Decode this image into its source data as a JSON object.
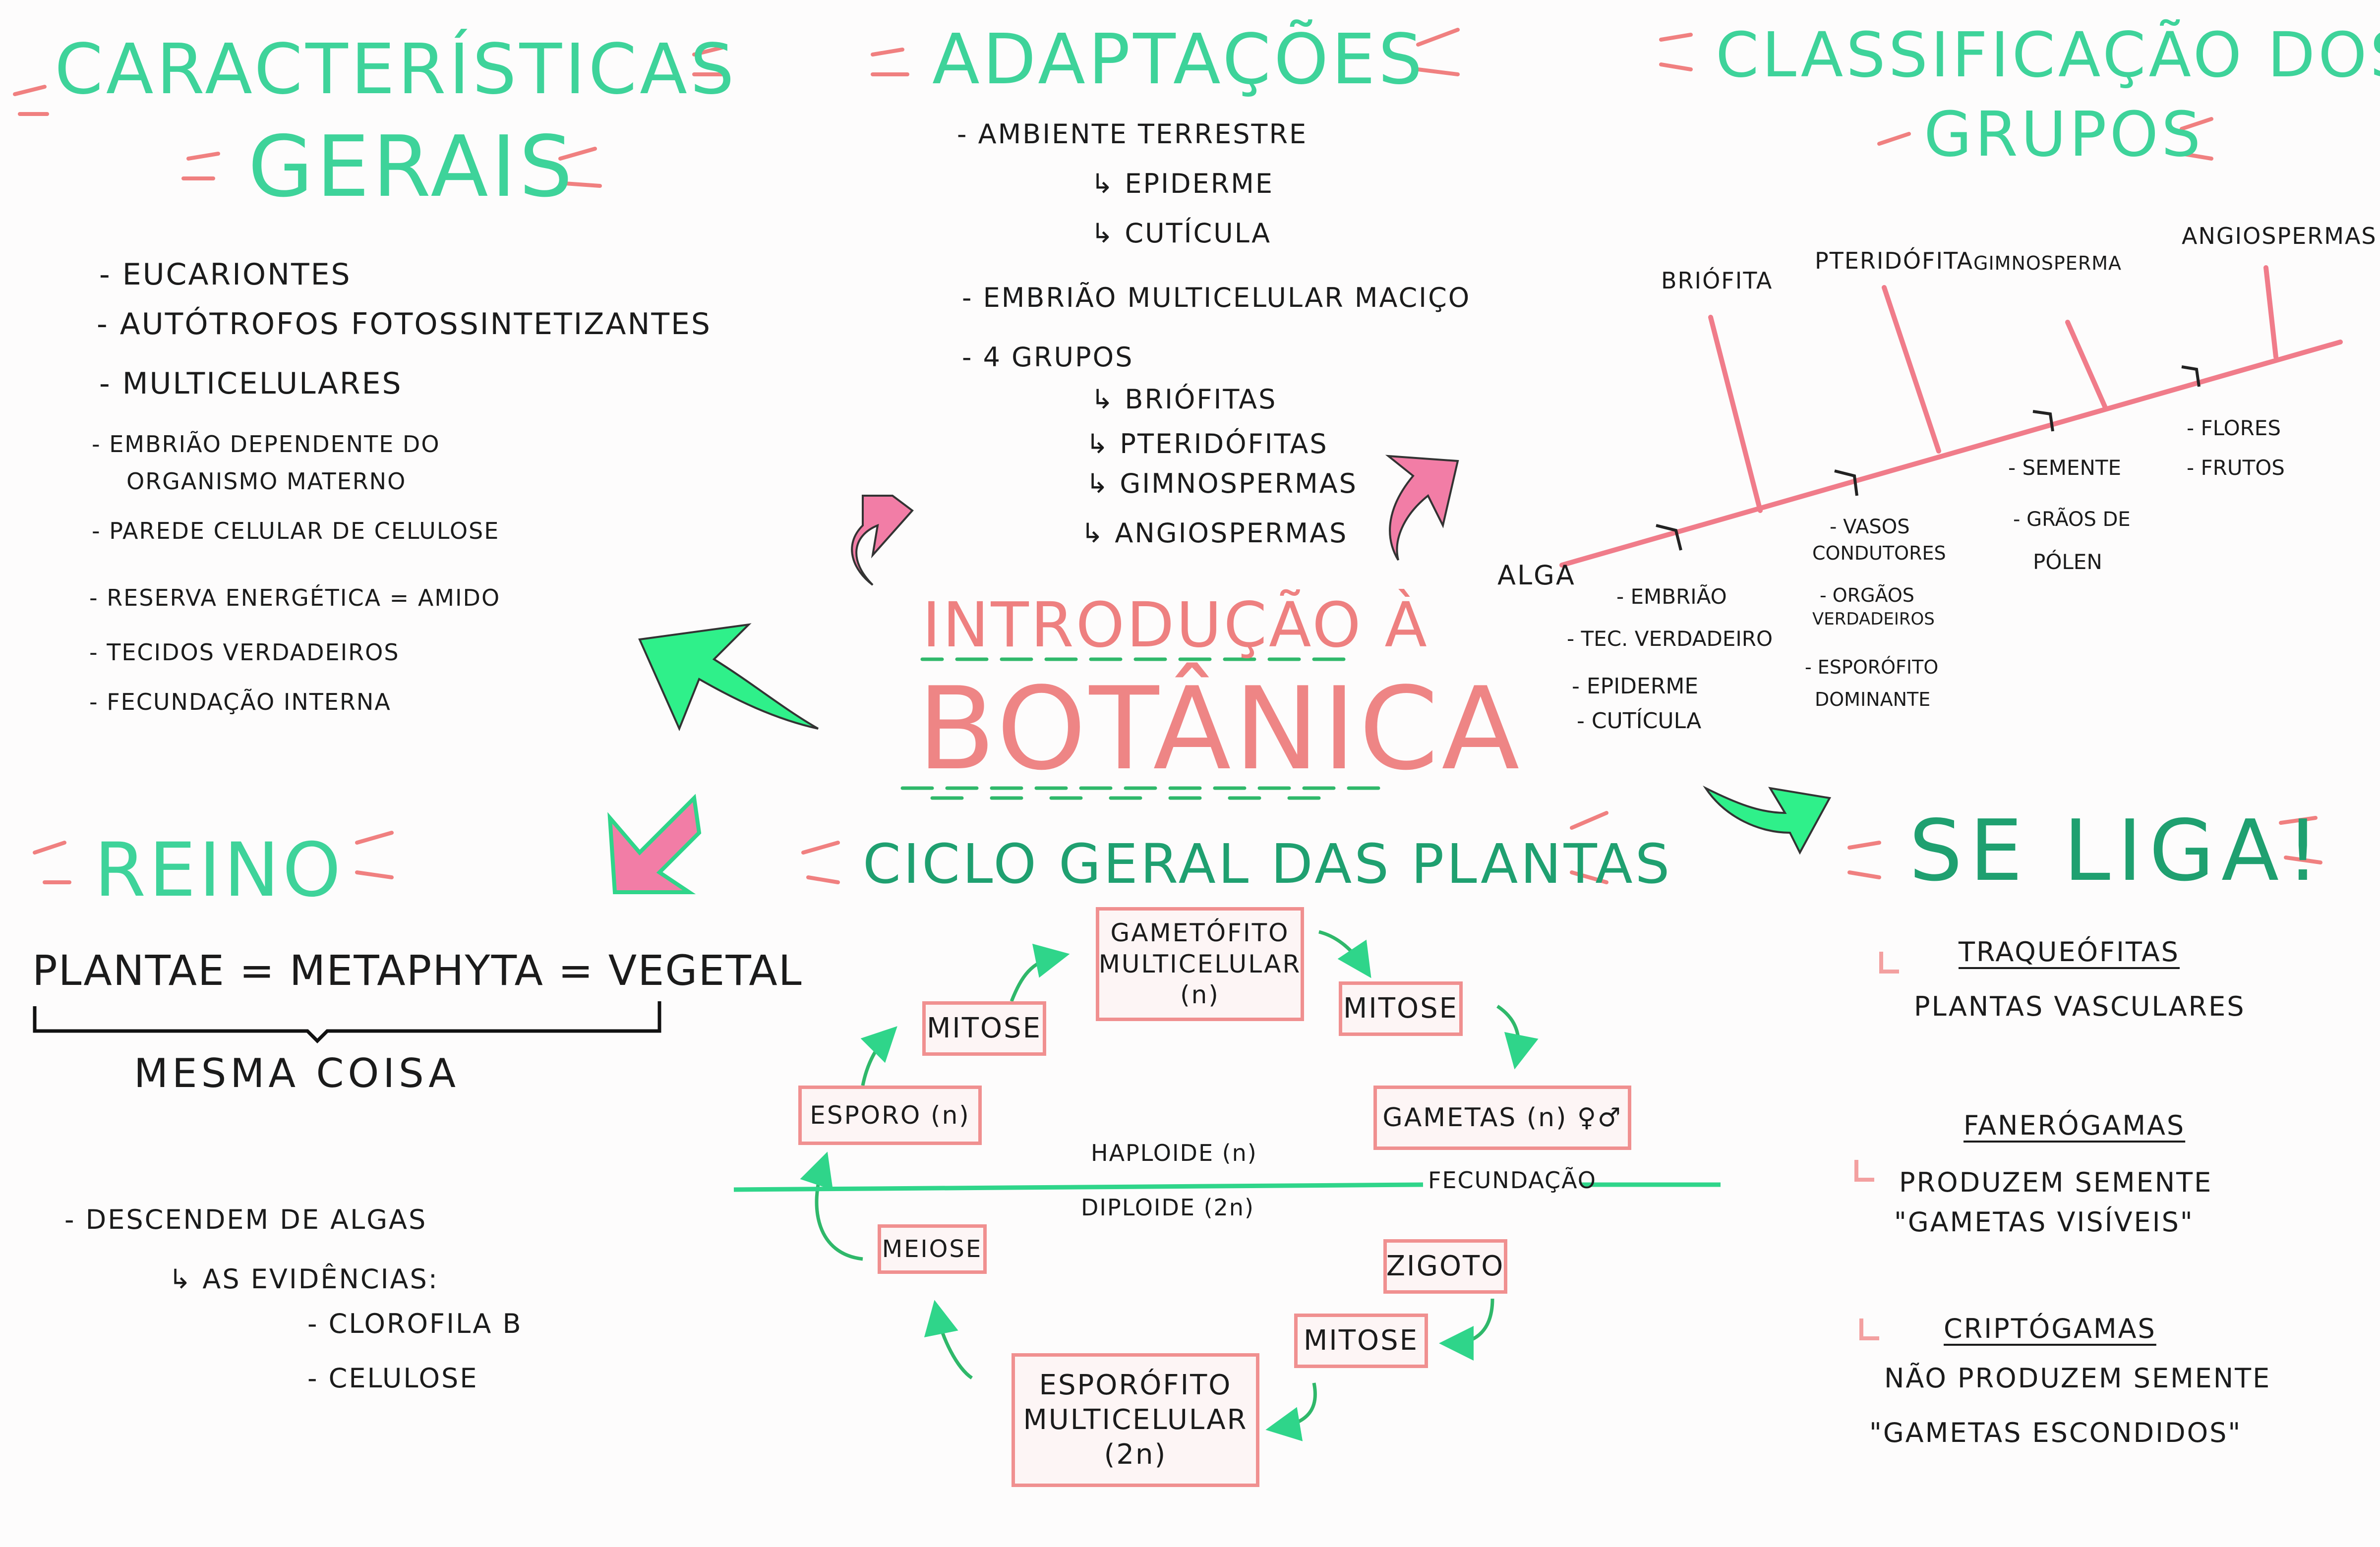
{
  "caracteristicas": {
    "title_line1": "CARACTERÍSTICAS",
    "title_line2": "GERAIS",
    "items": [
      "- EUCARIONTES",
      "- AUTÓTROFOS FOTOSSINTETIZANTES",
      "- MULTICELULARES",
      "- EMBRIÃO DEPENDENTE DO",
      "ORGANISMO MATERNO",
      "- PAREDE CELULAR DE CELULOSE",
      "- RESERVA ENERGÉTICA = AMIDO",
      "- TECIDOS VERDADEIROS",
      "- FECUNDAÇÃO INTERNA"
    ]
  },
  "adaptacoes": {
    "title": "ADAPTAÇÕES",
    "items": [
      "- AMBIENTE TERRESTRE",
      "↳ EPIDERME",
      "↳ CUTÍCULA",
      "- EMBRIÃO MULTICELULAR MACIÇO",
      "- 4 GRUPOS",
      "↳ BRIÓFITAS",
      "↳ PTERIDÓFITAS",
      "↳ GIMNOSPERMAS",
      "↳ ANGIOSPERMAS"
    ]
  },
  "classificacao": {
    "title_line1": "CLASSIFICAÇÃO DOS",
    "title_line2": "GRUPOS",
    "root": "ALGA",
    "groups": [
      "BRIÓFITA",
      "PTERIDÓFITA",
      "GIMNOSPERMA",
      "ANGIOSPERMAS"
    ],
    "traits": {
      "t1": [
        "- EMBRIÃO",
        "- TEC. VERDADEIRO",
        "- EPIDERME",
        "- CUTÍCULA"
      ],
      "t2": [
        "- VASOS",
        "CONDUTORES",
        "- ORGÃOS",
        "VERDADEIROS",
        "- ESPORÓFITO",
        "DOMINANTE"
      ],
      "t3": [
        "- SEMENTE",
        "- GRÃOS DE",
        "PÓLEN"
      ],
      "t4": [
        "- FLORES",
        "- FRUTOS"
      ]
    }
  },
  "center": {
    "line1": "INTRODUÇÃO À",
    "line2": "BOTÂNICA"
  },
  "reino": {
    "title": "REINO",
    "equation": "PLANTAE = METAPHYTA = VEGETAL",
    "same": "MESMA COISA",
    "descendem": "- DESCENDEM DE ALGAS",
    "evidencias": "↳ AS EVIDÊNCIAS:",
    "ev_items": [
      "- CLOROFILA B",
      "- CELULOSE"
    ]
  },
  "ciclo": {
    "title": "CICLO GERAL DAS PLANTAS",
    "gametofito": "GAMETÓFITO\nMULTICELULAR\n(n)",
    "mitose_left": "MITOSE",
    "mitose_right": "MITOSE",
    "esporo": "ESPORO (n)",
    "gametas": "GAMETAS (n) ♀♂",
    "haploide": "HAPLOIDE (n)",
    "diploide": "DIPLOIDE (2n)",
    "fecundacao": "FECUNDAÇÃO",
    "meiose": "MEIOSE",
    "zigoto": "ZIGOTO",
    "mitose_bottom": "MITOSE",
    "esporofito": "ESPORÓFITO\nMULTICELULAR\n(2n)"
  },
  "seliga": {
    "title": "SE LIGA!",
    "traqueofitas_title": "TRAQUEÓFITAS",
    "traqueofitas_desc": "PLANTAS VASCULARES",
    "fanerogamas_title": "FANERÓGAMAS",
    "fanerogamas_l1": "PRODUZEM SEMENTE",
    "fanerogamas_l2": "\"GAMETAS VISÍVEIS\"",
    "criptogamas_title": "CRIPTÓGAMAS",
    "criptogamas_l1": "NÃO PRODUZEM SEMENTE",
    "criptogamas_l2": "\"GAMETAS ESCONDIDOS\""
  },
  "colors": {
    "green": "#2fd58a",
    "pink": "#f09090",
    "ink": "#1b1b1b"
  }
}
